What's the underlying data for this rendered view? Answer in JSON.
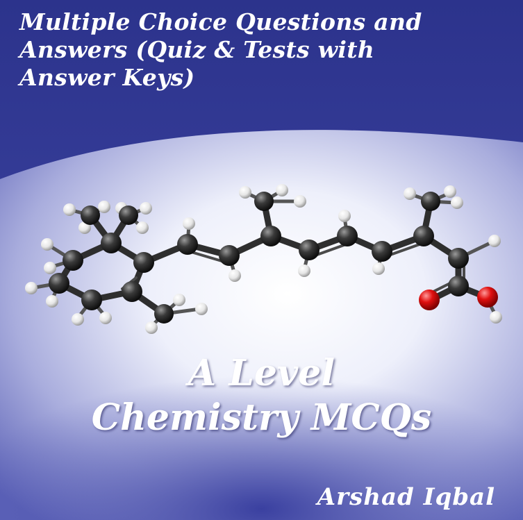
{
  "cover": {
    "subtitle_line1": "Multiple Choice Questions and",
    "subtitle_line2": "Answers (Quiz & Tests with",
    "subtitle_line3": "Answer Keys)",
    "title_line1": "A Level",
    "title_line2": "Chemistry MCQs",
    "author": "Arshad Iqbal"
  },
  "colors": {
    "background_dark": "#2f3590",
    "background_light": "#ffffff",
    "carbon": "#2a2a2a",
    "hydrogen": "#f0f0f0",
    "oxygen": "#e01010"
  },
  "icons": {
    "molecule": "retinoic-acid-ball-and-stick-model"
  }
}
